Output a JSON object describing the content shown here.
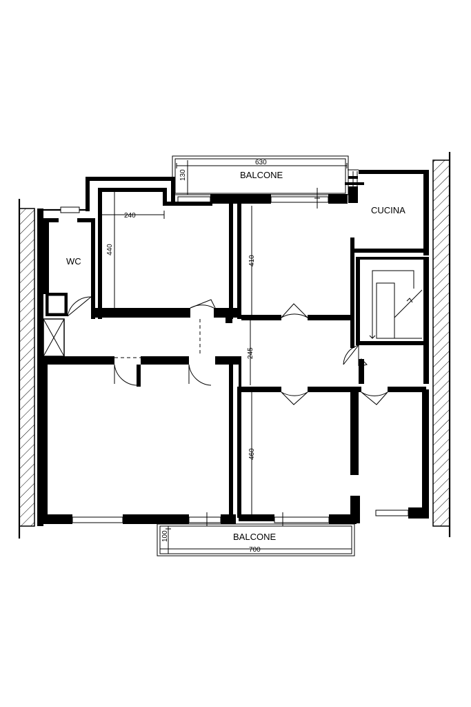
{
  "rooms": {
    "wc": "WC",
    "kitchen": "CUCINA",
    "balcony_top": "BALCONE",
    "balcony_bottom": "BALCONE"
  },
  "dimensions": {
    "balcony_top_width": "630",
    "balcony_top_depth": "130",
    "room_width": "240",
    "room_height": "440",
    "living_height": "410",
    "hall_height": "245",
    "bedroom_height": "460",
    "balcony_bottom_width": "700",
    "balcony_bottom_depth": "100"
  }
}
